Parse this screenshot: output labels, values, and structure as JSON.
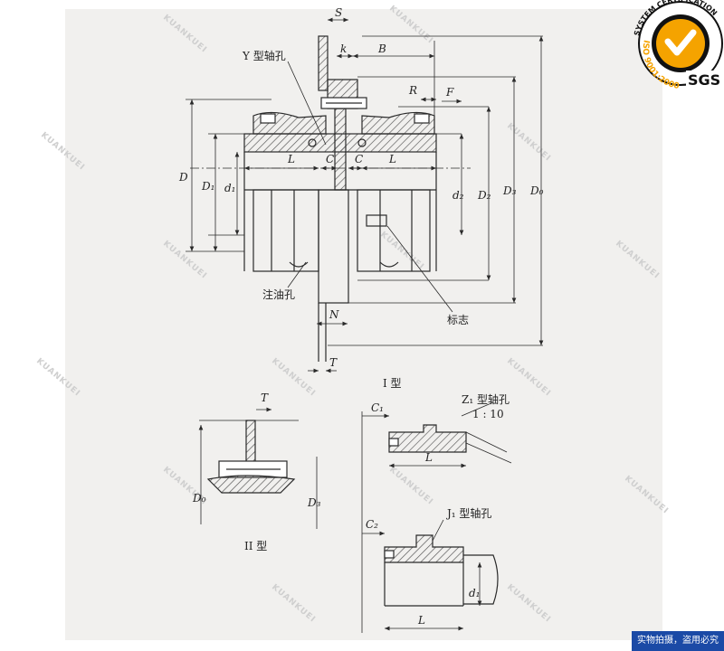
{
  "labels": {
    "S": "S",
    "k": "k",
    "B": "B",
    "R": "R",
    "F": "F",
    "y_bore": "Y 型轴孔",
    "D": "D",
    "D1_left": "D₁",
    "d1_left": "d₁",
    "L_left": "L",
    "C_left": "C",
    "C_right": "C",
    "L_right": "L",
    "d2": "d₂",
    "D2": "D₂",
    "D3": "D₃",
    "D0": "D₀",
    "oil_hole": "注油孔",
    "N": "N",
    "marking": "标志",
    "T": "T",
    "type1": "I 型",
    "type2": "II 型",
    "T2": "T",
    "D0_b": "D₀",
    "D3_b": "D₃",
    "C1": "C₁",
    "z1_bore": "Z₁ 型轴孔",
    "taper": "1 : 10",
    "L_z": "L",
    "C2": "C₂",
    "j1_bore": "J₁ 型轴孔",
    "d1_j": "d₁",
    "L_j": "L"
  },
  "watermark": "KUANKUEI",
  "badge": {
    "ring_text": "SYSTEM CERTIFICATION",
    "iso_text": "ISO 9001:2000",
    "brand": "SGS",
    "accent": "#f5a300"
  },
  "footer": {
    "text": "实物拍摄，盗用必究"
  },
  "colors": {
    "ink": "#2a2a2a",
    "hatch": "#555555",
    "banner": "#1b4aa6"
  }
}
